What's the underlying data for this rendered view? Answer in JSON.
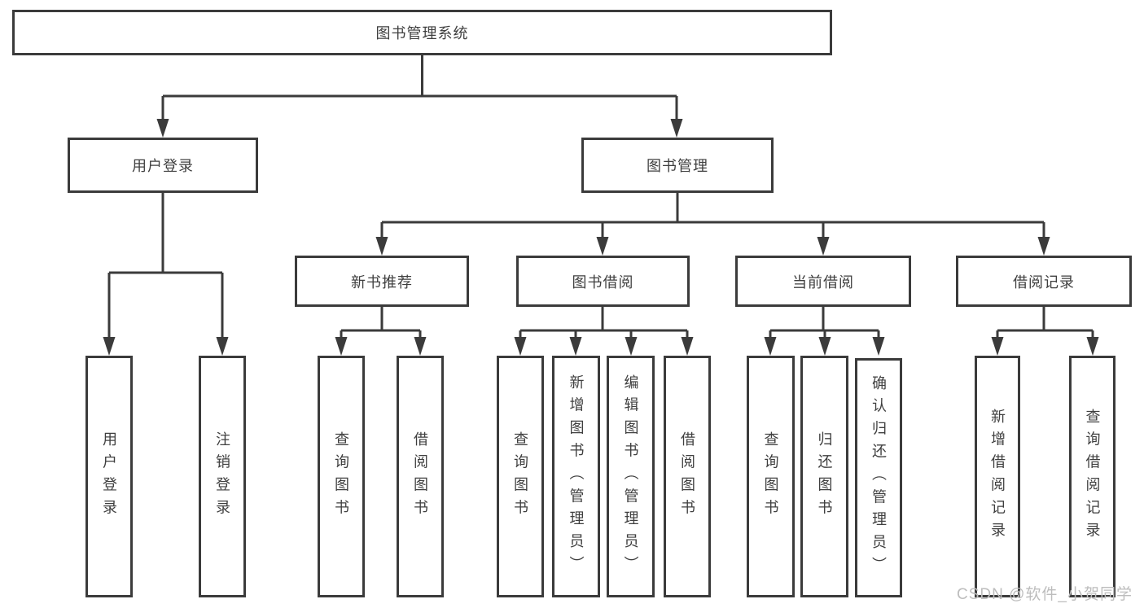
{
  "watermark": "CSDN @软件_小贺同学",
  "colors": {
    "line": "#3b3b3b",
    "box_border": "#3b3b3b",
    "box_background": "#ffffff",
    "text": "#3f3f3f",
    "watermark_text": "#bdbdbd",
    "page_background": "#ffffff"
  },
  "diagram": {
    "root": {
      "label": "图书管理系统"
    },
    "branches": [
      {
        "label": "用户登录",
        "children": [
          {
            "label": "用户登录"
          },
          {
            "label": "注销登录"
          }
        ]
      },
      {
        "label": "图书管理",
        "children": [
          {
            "label": "新书推荐",
            "children": [
              {
                "label": "查询图书"
              },
              {
                "label": "借阅图书"
              }
            ]
          },
          {
            "label": "图书借阅",
            "children": [
              {
                "label": "查询图书"
              },
              {
                "label": "新增图书（管理员）"
              },
              {
                "label": "编辑图书（管理员）"
              },
              {
                "label": "借阅图书"
              }
            ]
          },
          {
            "label": "当前借阅",
            "children": [
              {
                "label": "查询图书"
              },
              {
                "label": "归还图书"
              },
              {
                "label": "确认归还（管理员）"
              }
            ]
          },
          {
            "label": "借阅记录",
            "children": [
              {
                "label": "新增借阅记录"
              },
              {
                "label": "查询借阅记录"
              }
            ]
          }
        ]
      }
    ]
  }
}
